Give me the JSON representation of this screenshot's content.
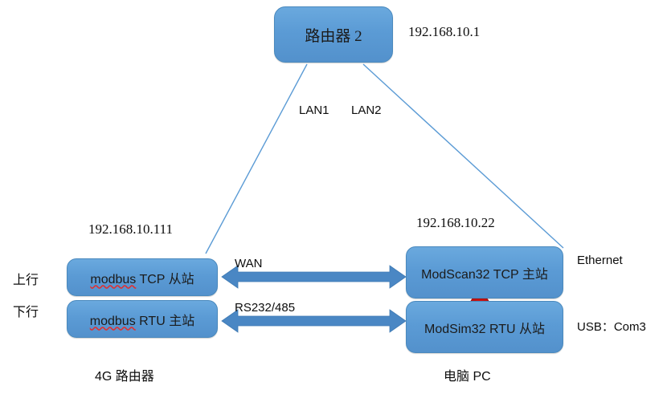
{
  "diagram": {
    "title": "Modbus TCP / RTU 4G router to PC topology",
    "colors": {
      "node_fill": "#5b9bd5",
      "node_border": "#4a89bd",
      "link_line": "#5b9bd5",
      "arrow_blue": "#4a87c4",
      "arrow_red": "#cc1111",
      "text": "#0d0d0d",
      "spellcheck": "#e03030"
    },
    "nodes": {
      "router": {
        "label": "路由器 2",
        "ip": "192.168.10.1"
      },
      "left_tcp": {
        "prefix": "modbus",
        "suffix": " TCP 从站"
      },
      "left_rtu": {
        "prefix": "modbus",
        "suffix": " RTU 主站"
      },
      "right_tcp": {
        "label": "ModScan32   TCP 主站"
      },
      "right_rtu": {
        "label": "ModSim32   RTU 从站"
      }
    },
    "ips": {
      "left_device": "192.168.10.111",
      "right_device": "192.168.10.22"
    },
    "link_labels": {
      "lan1": "LAN1",
      "lan2": "LAN2",
      "wan": "WAN",
      "serial": "RS232/485",
      "ethernet": "Ethernet",
      "usb": "USB：Com3"
    },
    "side_labels": {
      "uplink": "上行",
      "downlink": "下行"
    },
    "captions": {
      "left": "4G 路由器",
      "right": "电脑 PC"
    }
  }
}
